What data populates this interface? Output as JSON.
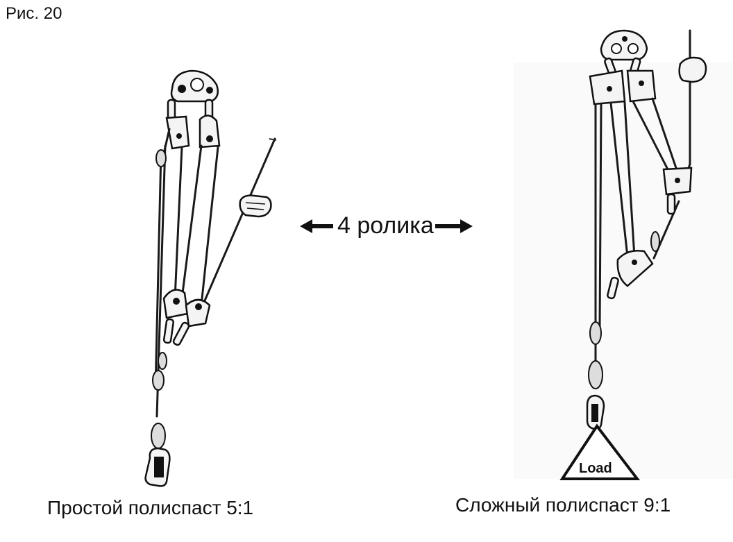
{
  "figure_label": "Рис. 20",
  "pulley_count_label": "4 ролика",
  "left_system": {
    "caption": "Простой полиспаст 5:1"
  },
  "right_system": {
    "caption": "Сложный полиспаст 9:1",
    "load_label": "Load"
  },
  "colors": {
    "ink": "#111111",
    "background": "#ffffff"
  },
  "icons": [
    "arrow-left-icon",
    "arrow-right-icon",
    "pulley-icon",
    "carabiner-icon",
    "anchor-plate-icon",
    "hand-icon",
    "load-triangle-icon"
  ]
}
